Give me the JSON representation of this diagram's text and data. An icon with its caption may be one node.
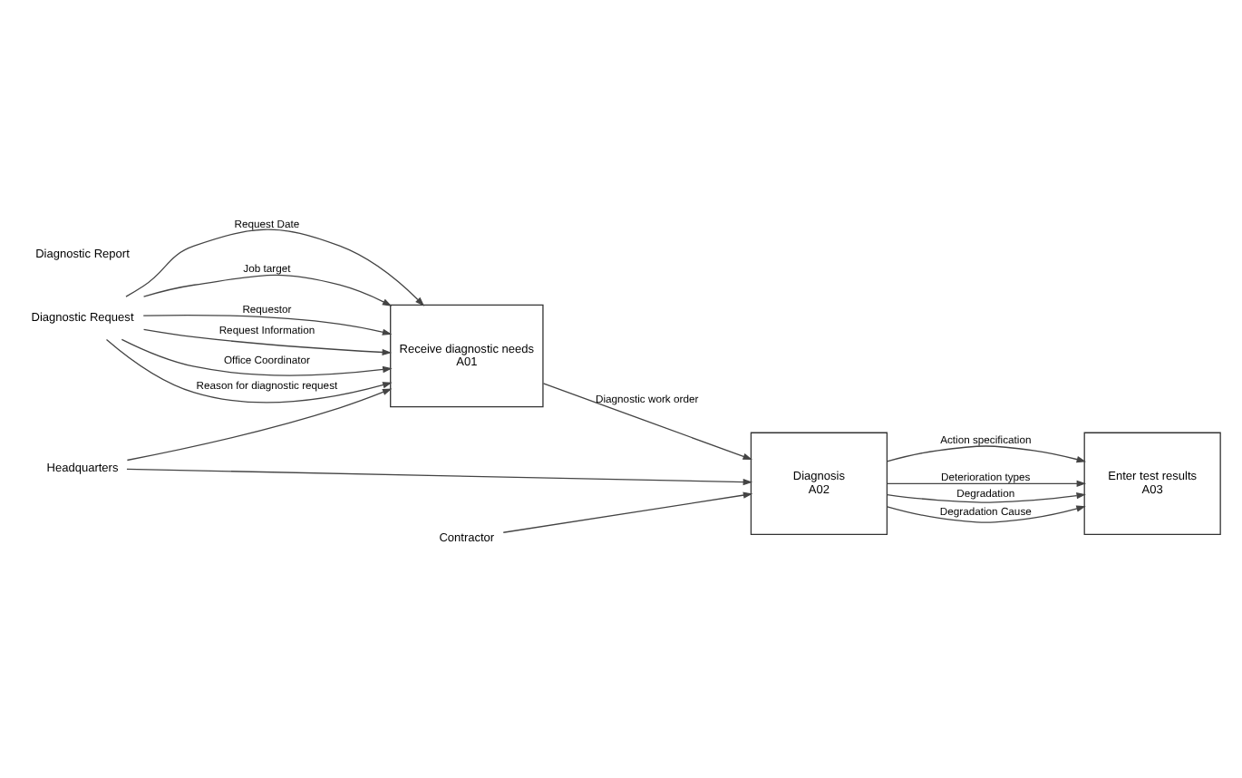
{
  "diagram": {
    "nodes": [
      {
        "text": [
          "Diagnostic Request"
        ]
      },
      {
        "text": [
          "Receive diagnostic needs",
          "A01"
        ]
      },
      {
        "text": [
          "Diagnosis",
          "A02"
        ]
      },
      {
        "text": [
          "Enter test results",
          "A03"
        ]
      },
      {
        "text": [
          "Headquarters"
        ]
      },
      {
        "text": [
          "Contractor"
        ]
      }
    ],
    "edges": [
      {
        "from": 0,
        "to": 1,
        "arrow": "to",
        "label": "Request Date"
      },
      {
        "from": 0,
        "to": 1,
        "arrow": "to",
        "label": "Job target"
      },
      {
        "from": 0,
        "to": 1,
        "arrow": "to",
        "label": "Requestor"
      },
      {
        "from": 0,
        "to": 1,
        "arrow": "to",
        "label": "Request Information"
      },
      {
        "from": 0,
        "to": 1,
        "arrow": "to",
        "label": "Office Coordinator"
      },
      {
        "from": 0,
        "to": 1,
        "arrow": "to",
        "label": "Reason for diagnostic request"
      },
      {
        "from": 1,
        "to": 2,
        "arrow": "to",
        "label": "Diagnostic work order"
      },
      {
        "from": 2,
        "to": 3,
        "arrow": "to",
        "label": "Action specification"
      },
      {
        "from": 2,
        "to": 3,
        "arrow": "to",
        "label": "Deterioration types"
      },
      {
        "from": 2,
        "to": 3,
        "arrow": "to",
        "label": "Degradation"
      },
      {
        "from": 2,
        "to": 3,
        "arrow": "to",
        "label": "Degradation Cause"
      },
      {
        "from": 4,
        "to": 1,
        "arrow": "to"
      },
      {
        "from": 4,
        "to": 2,
        "arrow": "to"
      },
      {
        "from": 5,
        "to": 2,
        "arrow": "to"
      }
    ],
    "labels": [
      "Diagnostic Report"
    ]
  }
}
